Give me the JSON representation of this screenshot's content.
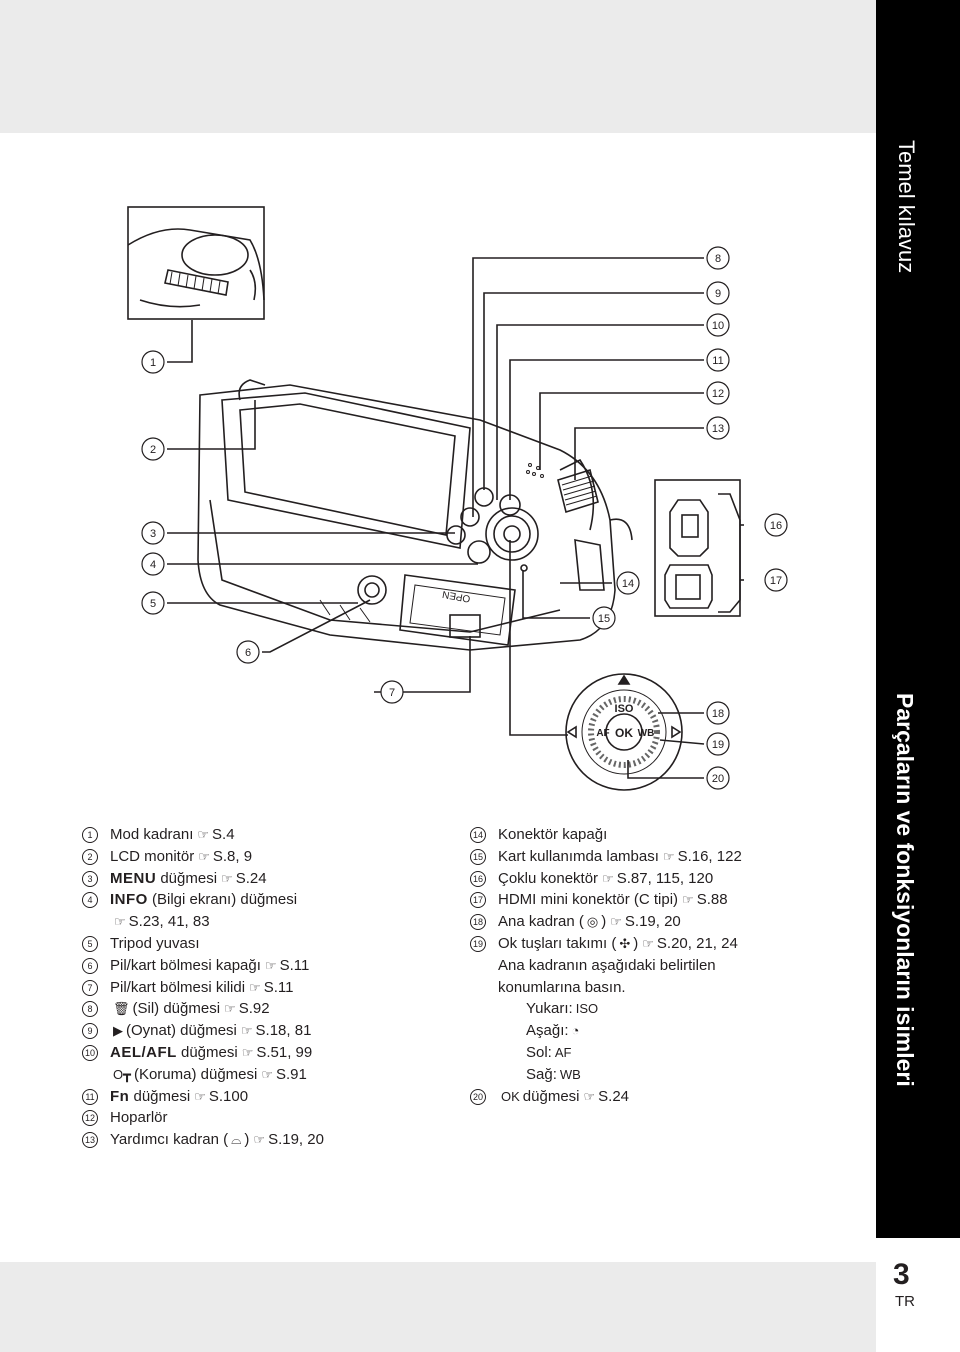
{
  "page": {
    "number": "3",
    "lang": "TR"
  },
  "side": {
    "section_title": "Temel kılavuz",
    "page_title": "Parçaların ve fonksiyonların isimleri"
  },
  "ref_symbol": "☞",
  "callouts": [
    "1",
    "2",
    "3",
    "4",
    "5",
    "6",
    "7",
    "8",
    "9",
    "10",
    "11",
    "12",
    "13",
    "14",
    "15",
    "16",
    "17",
    "18",
    "19",
    "20"
  ],
  "camera": {
    "door_text": "OPEN",
    "dial": {
      "center": "OK",
      "top": "ISO",
      "left": "AF",
      "right": "WB"
    }
  },
  "items_left": [
    {
      "n": "1",
      "text": "Mod kadranı",
      "ref": "S.4"
    },
    {
      "n": "2",
      "text": "LCD monitör",
      "ref": "S.8, 9"
    },
    {
      "n": "3",
      "key": "MENU",
      "text": "düğmesi",
      "ref": "S.24"
    },
    {
      "n": "4",
      "key": "INFO",
      "text": "(Bilgi ekranı) düğmesi",
      "cont_ref": "S.23, 41, 83"
    },
    {
      "n": "5",
      "text": "Tripod yuvası"
    },
    {
      "n": "6",
      "text": "Pil/kart bölmesi kapağı",
      "ref": "S.11"
    },
    {
      "n": "7",
      "text": "Pil/kart bölmesi kilidi",
      "ref": "S.11"
    },
    {
      "n": "8",
      "icon": "🗑",
      "text": "(Sil) düğmesi",
      "ref": "S.92"
    },
    {
      "n": "9",
      "icon": "▶",
      "text": "(Oynat) düğmesi",
      "ref": "S.18, 81"
    },
    {
      "n": "10",
      "key": "AEL/AFL",
      "text": "düğmesi",
      "ref": "S.51, 99",
      "cont_icon": "O┳",
      "cont_text": "(Koruma) düğmesi",
      "cont_ref": "S.91"
    },
    {
      "n": "11",
      "key": "Fn",
      "text": "düğmesi",
      "ref": "S.100"
    },
    {
      "n": "12",
      "text": "Hoparlör"
    },
    {
      "n": "13",
      "text": "Yardımcı kadran (",
      "icon_after": "⌓",
      "text_after": ")",
      "ref": "S.19, 20"
    }
  ],
  "items_right": [
    {
      "n": "14",
      "text": "Konektör kapağı"
    },
    {
      "n": "15",
      "text": "Kart kullanımda lambası",
      "ref": "S.16, 122"
    },
    {
      "n": "16",
      "text": "Çoklu konektör",
      "ref": "S.87, 115, 120"
    },
    {
      "n": "17",
      "text": "HDMI mini konektör (C tipi)",
      "ref": "S.88"
    },
    {
      "n": "18",
      "text": "Ana kadran (",
      "icon_after": "◎",
      "text_after": ")",
      "ref": "S.19, 20"
    },
    {
      "n": "19",
      "text": "Ok tuşları takımı (",
      "icon_after": "✣",
      "text_after": ")",
      "ref": "S.20, 21, 24",
      "desc1": "Ana kadranın aşağıdaki belirtilen",
      "desc2": "konumlarına basın.",
      "subs": [
        {
          "label": "Yukarı:",
          "icon": "ISO"
        },
        {
          "label": "Aşağı:",
          "icon": "◔"
        },
        {
          "label": "Sol:",
          "icon": "AF"
        },
        {
          "label": "Sağ:",
          "icon": "WB"
        }
      ]
    },
    {
      "n": "20",
      "icon": "OK",
      "text": "düğmesi",
      "ref": "S.24"
    }
  ]
}
